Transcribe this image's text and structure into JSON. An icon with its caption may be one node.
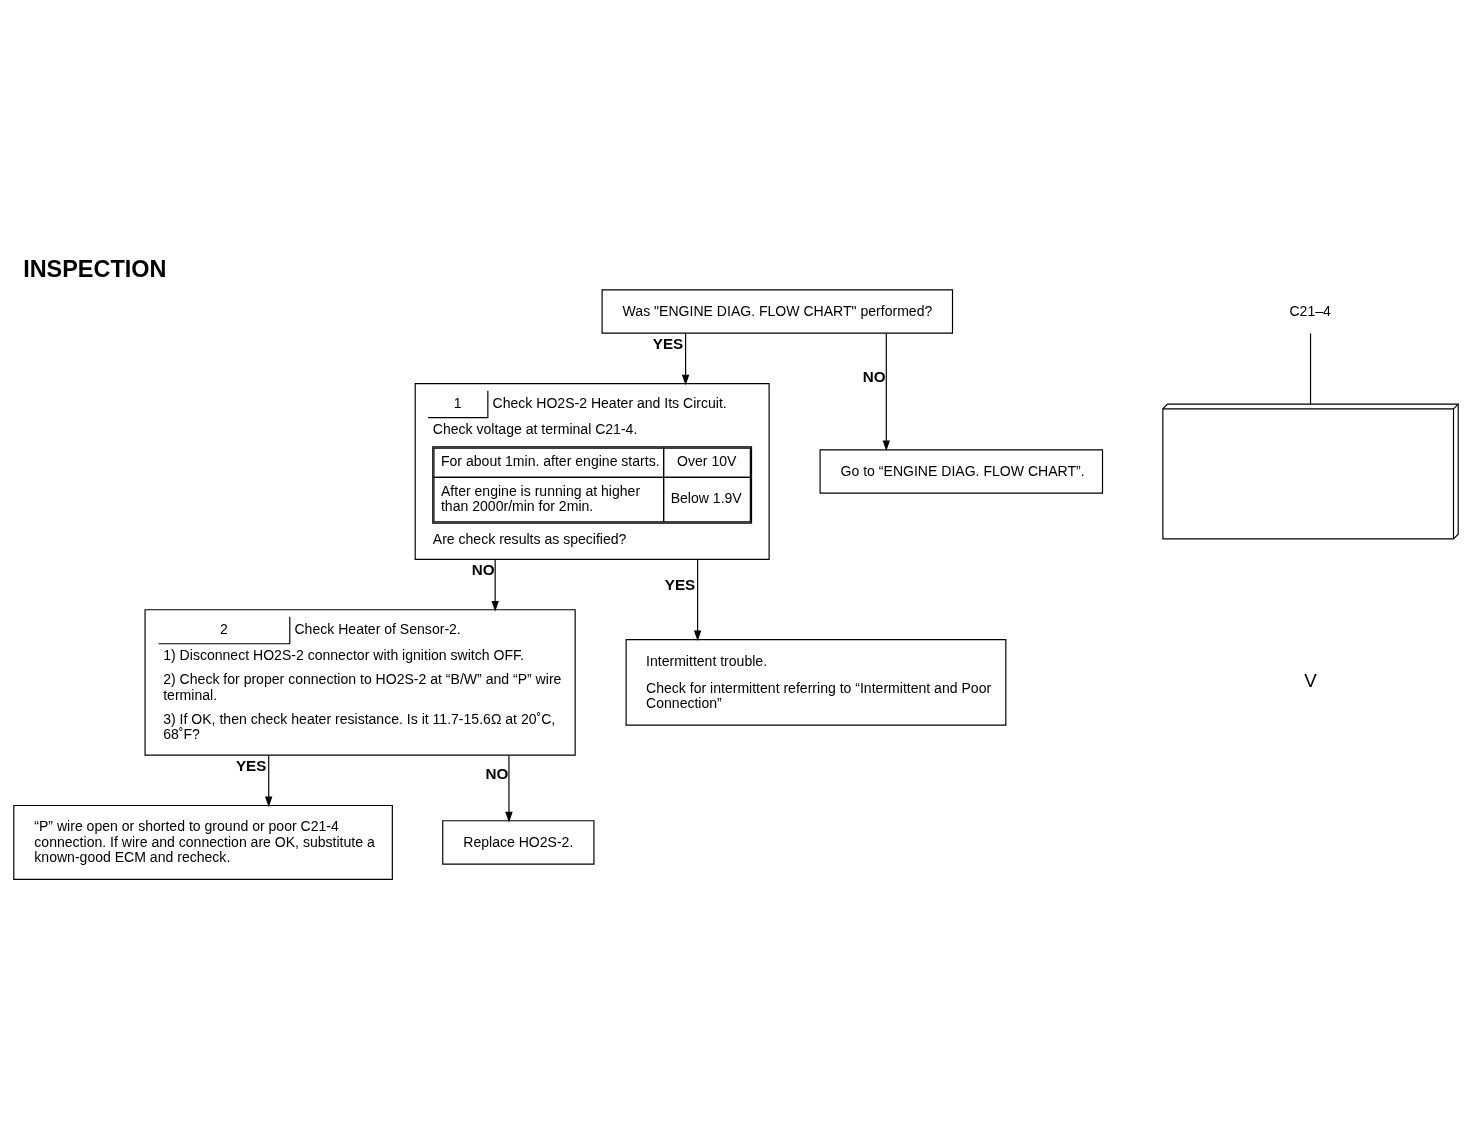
{
  "diagram": {
    "title": "INSPECTION",
    "nodes": [
      {
        "text": [
          "Was \"ENGINE DIAG. FLOW CHART\" performed?"
        ]
      },
      {
        "text": [
          "1",
          "Check HO2S-2 Heater and Its Circuit.",
          "Check voltage at terminal C21-4.",
          "For about 1min. after engine starts.",
          "Over 10V",
          "After engine is running at higher than 2000r/min for 2min.",
          "Below 1.9V",
          "Are check results as specified?"
        ]
      },
      {
        "text": [
          "Go to “ENGINE DIAG. FLOW CHART”."
        ]
      },
      {
        "text": [
          "C21–4"
        ]
      },
      {
        "text": [],
        "shape": "picture"
      },
      {
        "text": [
          "2",
          "Check Heater of Sensor-2.",
          "1) Disconnect HO2S-2 connector with ignition switch OFF.",
          "2) Check for proper connection to HO2S-2 at “B/W” and “P” wire terminal.",
          "3) If OK, then check heater resistance. Is it 11.7-15.6Ω at 20˚C, 68˚F?"
        ]
      },
      {
        "text": [
          "Intermittent trouble.",
          "Check for intermittent referring to “Intermittent and Poor Connection”"
        ]
      },
      {
        "text": [
          "“P” wire open or shorted to ground or poor C21-4 connection. If wire and connection are OK, substitute a known-good ECM and recheck."
        ]
      },
      {
        "text": [
          "Replace HO2S-2."
        ]
      }
    ],
    "edges": [
      {
        "from": 0,
        "to": 1,
        "arrow": "to",
        "label": "YES"
      },
      {
        "from": 0,
        "to": 2,
        "arrow": "to",
        "label": "NO"
      },
      {
        "from": 3,
        "to": 4,
        "arrow": "none"
      },
      {
        "from": 1,
        "to": 5,
        "arrow": "to",
        "label": "NO"
      },
      {
        "from": 1,
        "to": 6,
        "arrow": "to",
        "label": "YES"
      },
      {
        "from": 5,
        "to": 7,
        "arrow": "to",
        "label": "YES"
      },
      {
        "from": 5,
        "to": 8,
        "arrow": "to",
        "label": "NO"
      }
    ],
    "labels": [
      "V"
    ]
  }
}
